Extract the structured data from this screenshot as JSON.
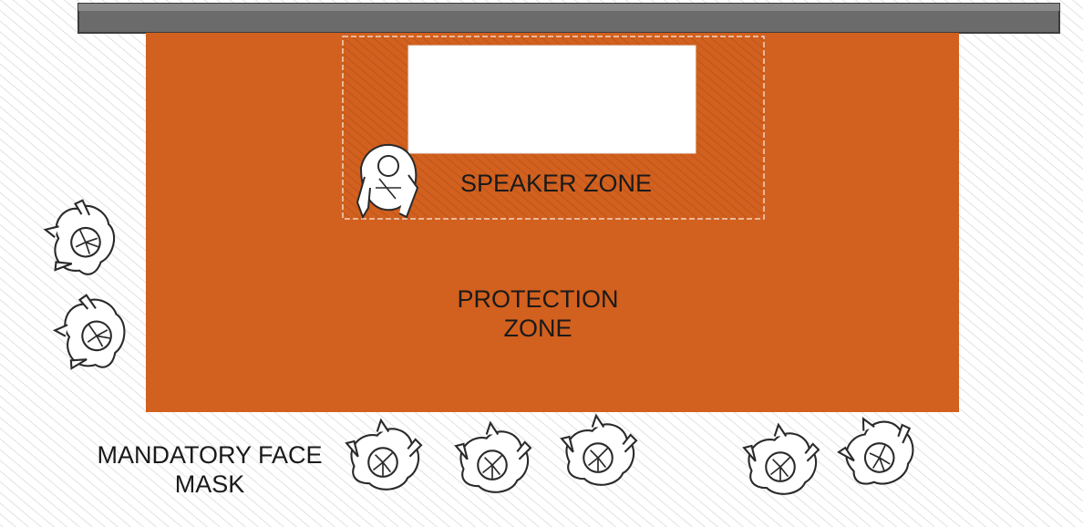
{
  "labels": {
    "speaker_zone": "SPEAKER ZONE",
    "protection_zone_line1": "PROTECTION",
    "protection_zone_line2": "ZONE",
    "mask_line1": "MANDATORY FACE",
    "mask_line2": "MASK"
  },
  "colors": {
    "protection_zone": "#D2601E",
    "speaker_zone_hatch": "#B9521A",
    "wall": "#6B6B6B",
    "floor_hatch": "#C8C8C8",
    "screen": "#FFFFFF",
    "figure_stroke": "#2A2A2A"
  },
  "icons": {
    "speaker": "speaker-figure-icon",
    "audience": "masked-person-icon"
  }
}
